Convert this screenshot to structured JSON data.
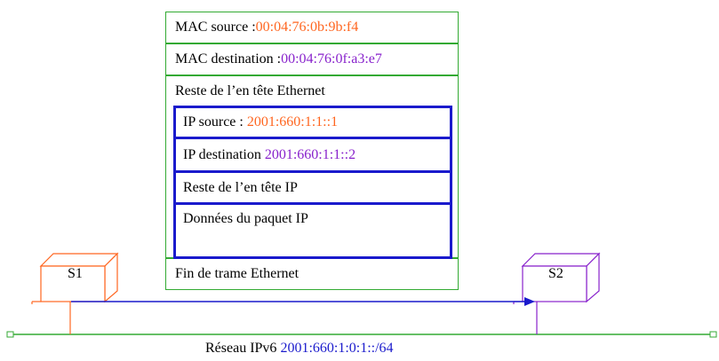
{
  "frame": {
    "mac_source_label": "MAC source :",
    "mac_source_value": "00:04:76:0b:9b:f4",
    "mac_dest_label": "MAC destination :",
    "mac_dest_value": "00:04:76:0f:a3:e7",
    "eth_header_rest": "Reste de l’en tête Ethernet",
    "eth_trailer": "Fin de trame Ethernet"
  },
  "ip_packet": {
    "src_label": "IP source : ",
    "src_value": "2001:660:1:1::1",
    "dst_label": "IP destination ",
    "dst_value": "2001:660:1:1::2",
    "header_rest": "Reste de l’en tête IP",
    "payload": "Données du paquet IP"
  },
  "switches": {
    "s1": "S1",
    "s2": "S2"
  },
  "network": {
    "label": "Réseau IPv6 ",
    "prefix": "2001:660:1:0:1::/64"
  },
  "colors": {
    "orange": "#ff6620",
    "purple": "#8822cc",
    "blue": "#1a1acc",
    "green": "#33aa33"
  }
}
